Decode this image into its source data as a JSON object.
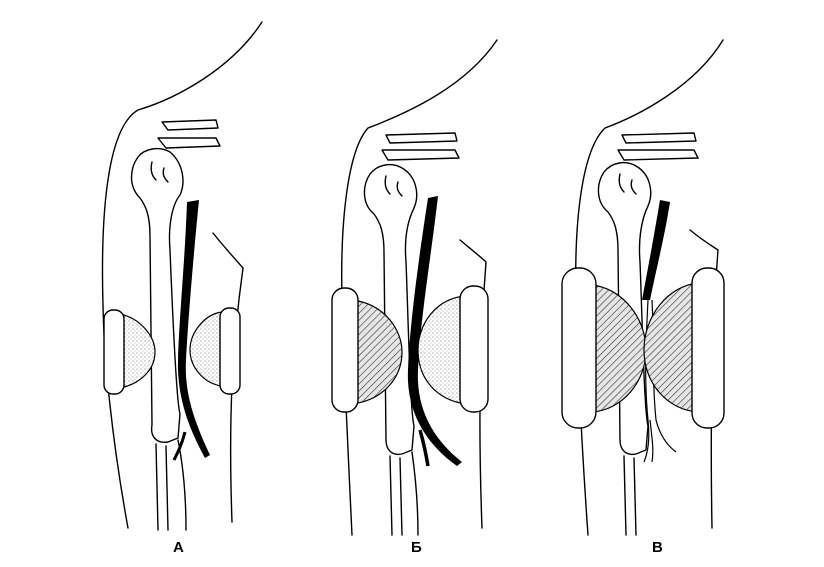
{
  "panels": [
    {
      "id": "A",
      "label": "А",
      "compression": "light"
    },
    {
      "id": "B",
      "label": "Б",
      "compression": "medium"
    },
    {
      "id": "C",
      "label": "В",
      "compression": "heavy"
    }
  ],
  "colors": {
    "line": "#000000",
    "background": "#ffffff",
    "artery": "#000000"
  }
}
